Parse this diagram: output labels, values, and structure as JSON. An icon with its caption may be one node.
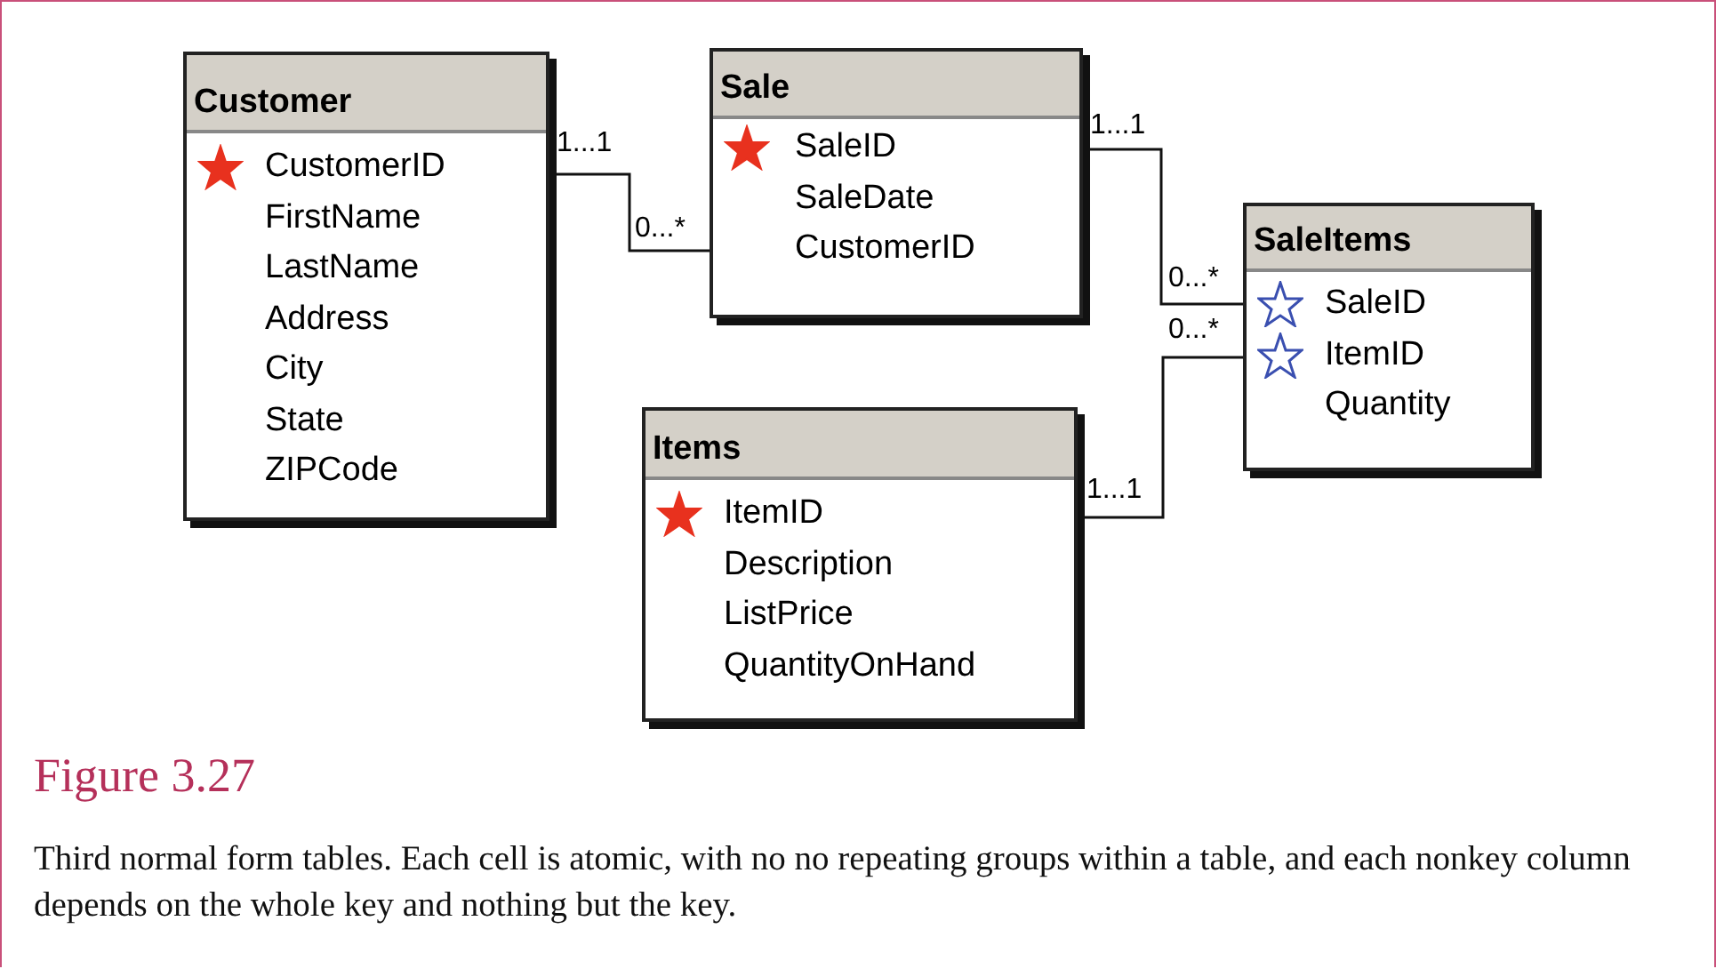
{
  "diagram": {
    "title": "Figure 3.27",
    "caption": "Third normal form tables. Each cell is atomic, with no no repeating groups within a table, and each nonkey column depends on the whole key and nothing but the key.",
    "nodes": [
      {
        "text": [
          "Customer",
          "CustomerID",
          "FirstName",
          "LastName",
          "Address",
          "City",
          "State",
          "ZIPCode"
        ]
      },
      {
        "text": [
          "Sale",
          "SaleID",
          "SaleDate",
          "CustomerID"
        ]
      },
      {
        "text": [
          "SaleItems",
          "SaleID",
          "ItemID",
          "Quantity"
        ]
      },
      {
        "text": [
          "Items",
          "ItemID",
          "Description",
          "ListPrice",
          "QuantityOnHand"
        ]
      }
    ],
    "edges": [
      {
        "from": 0,
        "to": 1,
        "arrow": "none"
      },
      {
        "from": 1,
        "to": 2,
        "arrow": "none"
      },
      {
        "from": 3,
        "to": 2,
        "arrow": "none"
      }
    ],
    "labels": [
      "1...1",
      "1...1",
      "0...*",
      "0...*",
      "0...*",
      "1...1"
    ]
  }
}
